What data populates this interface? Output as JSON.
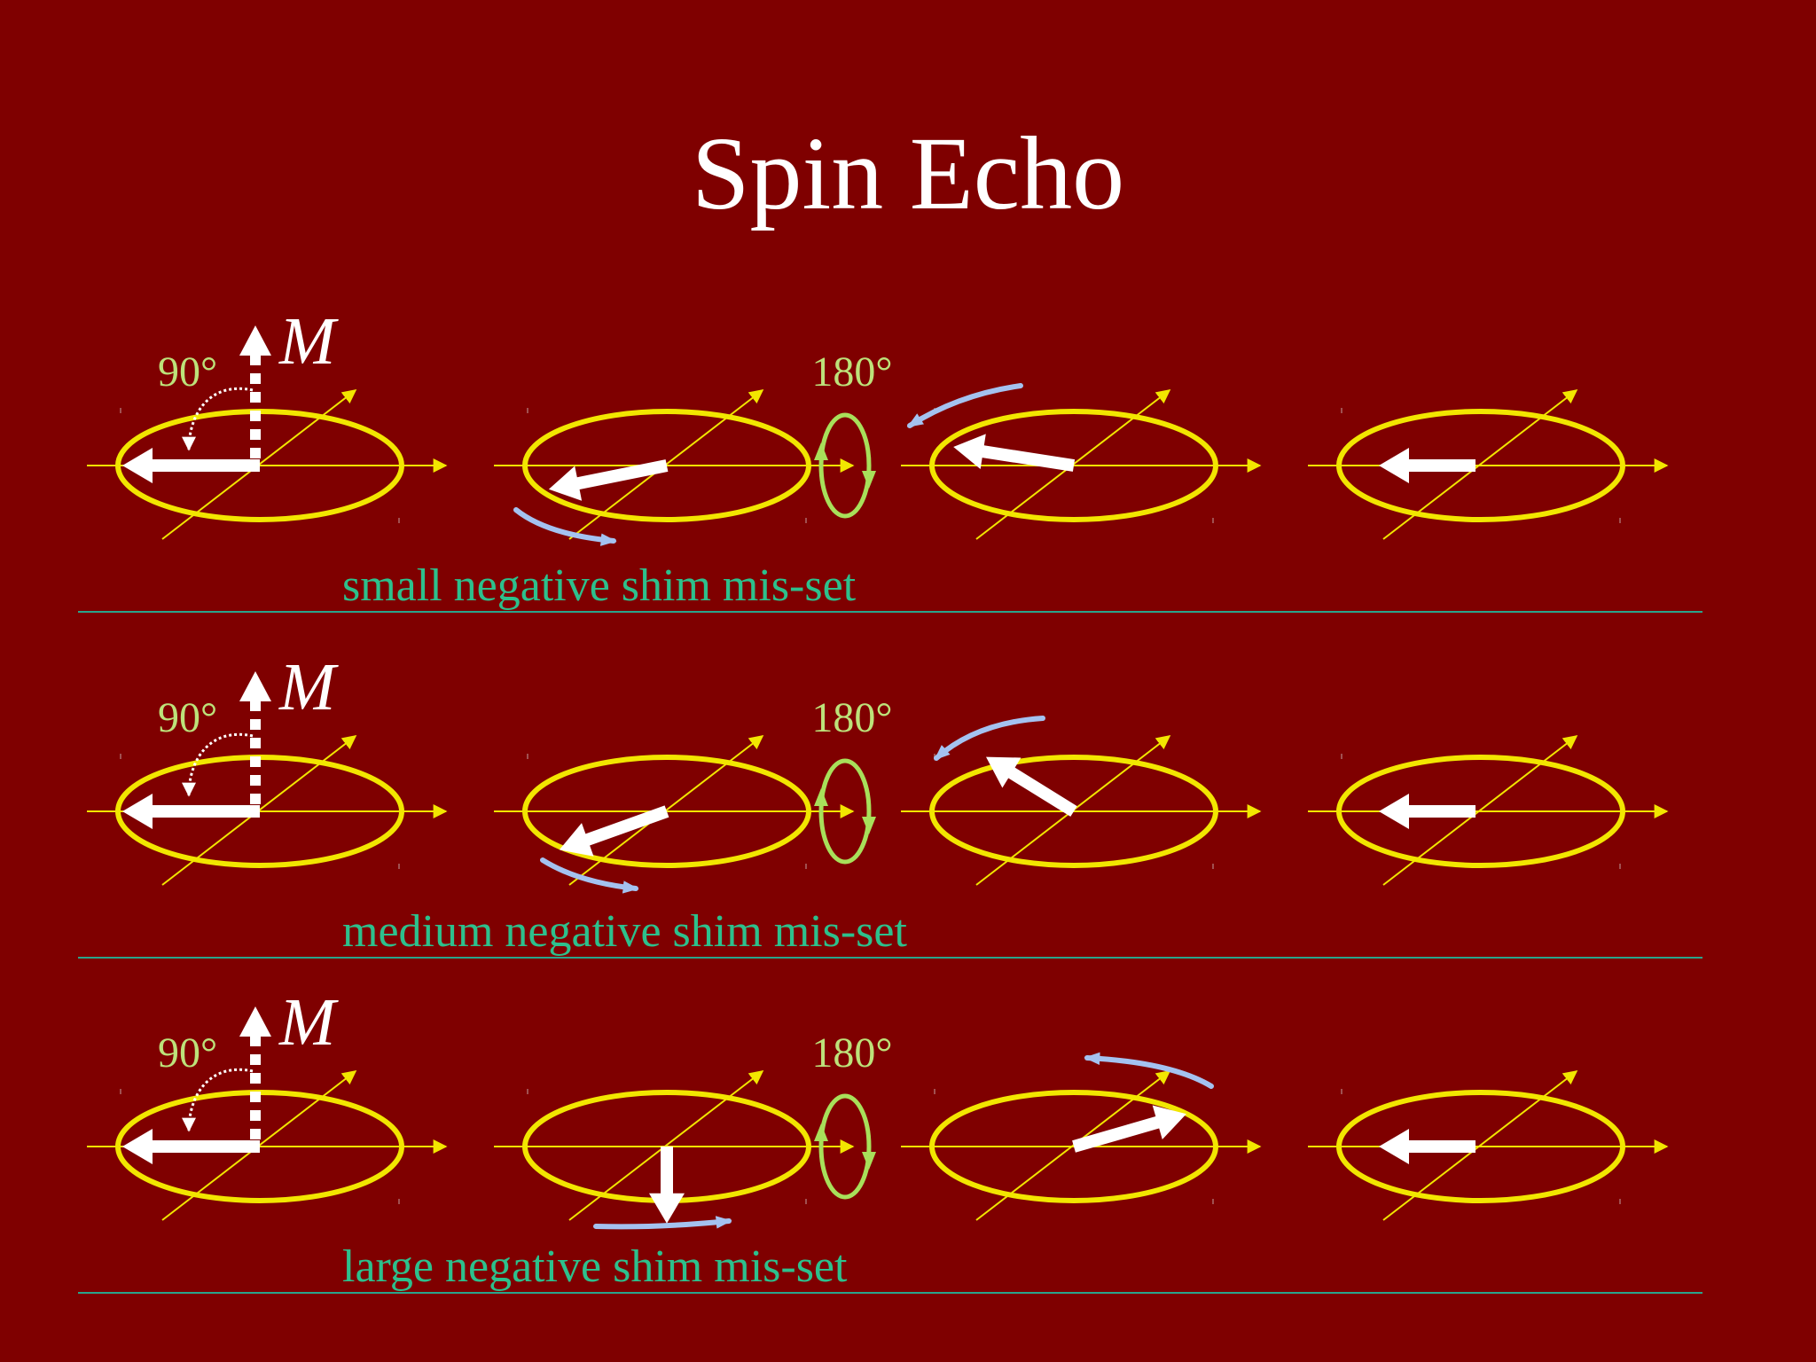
{
  "title": "Spin Echo",
  "colors": {
    "background": "#7f0000",
    "ellipse": "#f2e600",
    "axis": "#f2e600",
    "magnetization": "#ffffff",
    "rotation_arrow": "#a4c2f0",
    "pulse_loop": "#a8e05a",
    "angle_label": "#bde27a",
    "caption": "#2dc08c",
    "divider": "#2aa58c"
  },
  "rows": [
    {
      "caption": "small negative shim mis-set",
      "pulse_90_label": "90°",
      "pulse_180_label": "180°",
      "m_label": "M",
      "dephased_vector_deg": 198,
      "refocusing_vector_deg": 166,
      "dephase_arrow": "below-clockwise",
      "refocus_arrow": "upper-right"
    },
    {
      "caption": "medium negative shim mis-set",
      "pulse_90_label": "90°",
      "pulse_180_label": "180°",
      "m_label": "M",
      "dephased_vector_deg": 210,
      "refocusing_vector_deg": 135,
      "dephase_arrow": "below-clockwise",
      "refocus_arrow": "upper-right"
    },
    {
      "caption": "large negative shim mis-set",
      "pulse_90_label": "90°",
      "pulse_180_label": "180°",
      "m_label": "M",
      "dephased_vector_deg": 270,
      "refocusing_vector_deg": 25,
      "dephase_arrow": "below-clockwise",
      "refocus_arrow": "upper-middle"
    }
  ]
}
